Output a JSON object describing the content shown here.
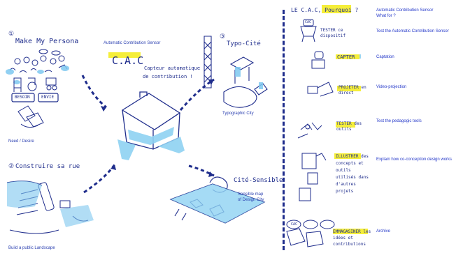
{
  "accent_colors": {
    "ink": "#1f2d8c",
    "cyan": "#3aa7e8",
    "light_cyan": "#bfe7f7",
    "highlight": "#f5ee3a"
  },
  "left": {
    "section1": {
      "number": "①",
      "title": "Make My Persona",
      "tag1": "BESOIN",
      "tag2": "ENVIE",
      "caption": "Need / Desire"
    },
    "section2": {
      "number": "②",
      "title": "Construire sa rue",
      "caption": "Build a public Landscape"
    },
    "section3": {
      "number": "③",
      "title": "Typo-Cité",
      "caption": "Typographic City"
    },
    "section4": {
      "title": "Cité-Sensible",
      "caption_line1": "Sensible map",
      "caption_line2": "of Design City"
    },
    "center": {
      "small_caption": "Automatic Contribution Sensor",
      "title": "C.A.C",
      "sub_line1": "Capteur automatique",
      "sub_line2": "de contribution !"
    }
  },
  "right": {
    "question": "LE C.A.C, Pourquoi ?",
    "rows": [
      {
        "hand": "TESTER ce dispositif",
        "desc": "Test the Automatic Contribution Sensor"
      },
      {
        "hand": "CAPTER",
        "desc": "Captation"
      },
      {
        "hand": "PROJETER en direct",
        "desc": "Video-projection"
      },
      {
        "hand": "TESTER des outils",
        "desc": "Test the pedagogic tools"
      },
      {
        "hand": "ILLUSTRER des concepts et outils utilisés dans d'autres projets",
        "desc": "Explain how co-conception design works"
      },
      {
        "hand": "EMMAGASINER les idées et contributions",
        "desc": "Archive"
      }
    ],
    "head_desc_line1": "Automatic Contribution Sensor",
    "head_desc_line2": "What for ?",
    "icon_labels": {
      "cac": "CAC",
      "tag": "CAC"
    }
  }
}
